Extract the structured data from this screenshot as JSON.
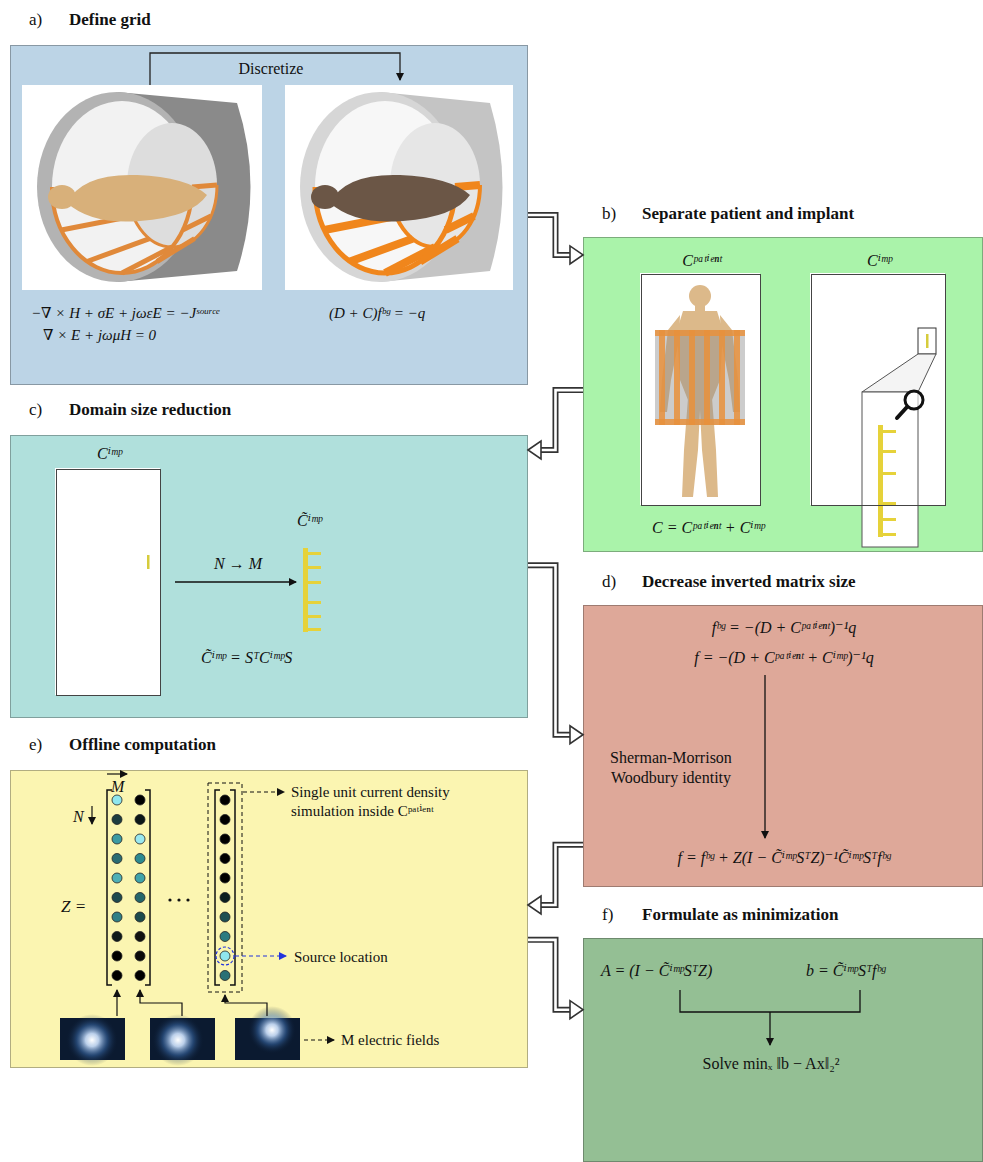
{
  "diagram": {
    "nodes": [
      {
        "text": [
          "a)",
          "Define grid",
          "Discretize",
          "−∇ × H + σE + jωεE = −Jˢᵒᵘʳᶜᵉ",
          "∇ × E + jωμH = 0",
          "(D + C)fᵇᵍ = −q"
        ]
      },
      {
        "text": [
          "b)",
          "Separate patient and implant",
          "C = Cᵖᵃᵗⁱᵉⁿᵗ + Cⁱᵐᵖ"
        ]
      },
      {
        "text": [
          "Cᵖᵃᵗⁱᵉⁿᵗ"
        ],
        "in": 1
      },
      {
        "text": [
          "Cⁱᵐᵖ"
        ],
        "in": 1
      },
      {
        "text": [
          "c)",
          "Domain size reduction",
          "N → M",
          "C̃ⁱᵐᵖ",
          "C̃ⁱᵐᵖ = SᵀCⁱᵐᵖS"
        ]
      },
      {
        "text": [
          "Cⁱᵐᵖ"
        ],
        "in": 4
      },
      {
        "text": [
          "d)",
          "Decrease inverted matrix size",
          "fᵇᵍ = −(D + Cᵖᵃᵗⁱᵉⁿᵗ)⁻¹q",
          "f = −(D + Cᵖᵃᵗⁱᵉⁿᵗ + Cⁱᵐᵖ)⁻¹q",
          "Sherman-Morrison Woodbury identity",
          "f = fᵇᵍ + Z(I − C̃ⁱᵐᵖSᵀZ)⁻¹C̃ⁱᵐᵖSᵀfᵇᵍ"
        ]
      },
      {
        "text": [
          "e)",
          "Offline computation",
          "M",
          "N",
          "Z =",
          "Single unit current density simulation inside Cᵖᵃᵗⁱᵉⁿᵗ",
          "Source location",
          "M electric fields"
        ]
      },
      {
        "text": [
          "f)",
          "Formulate as minimization",
          "A = (I − C̃ⁱᵐᵖSᵀZ)",
          "b = C̃ⁱᵐᵖSᵀfᵇᵍ",
          "Solve minₓ ‖b − Ax‖₂²"
        ]
      }
    ],
    "edges": [
      {
        "from": 0,
        "to": 1,
        "arrow": "to"
      },
      {
        "from": 1,
        "to": 4,
        "arrow": "to"
      },
      {
        "from": 4,
        "to": 6,
        "arrow": "to"
      },
      {
        "from": 6,
        "to": 7,
        "arrow": "to"
      },
      {
        "from": 7,
        "to": 8,
        "arrow": "to"
      }
    ]
  }
}
